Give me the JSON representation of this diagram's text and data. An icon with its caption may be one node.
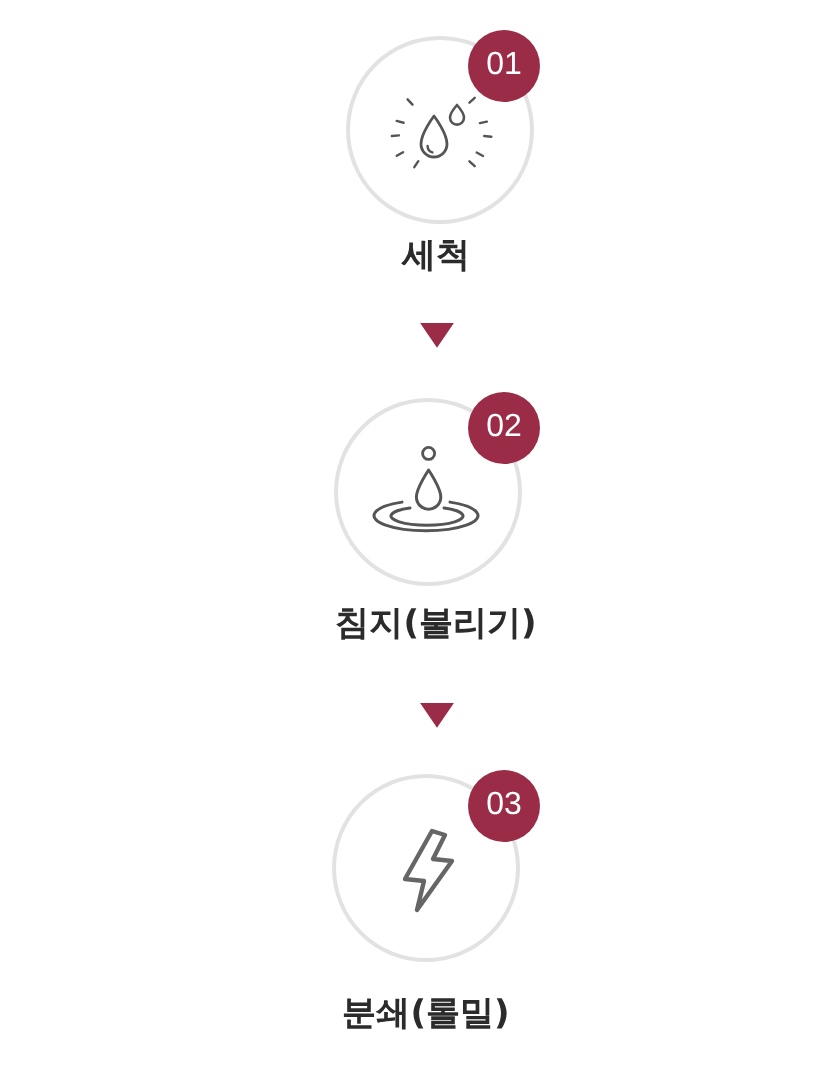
{
  "diagram": {
    "nodes": [
      {
        "text": [
          "세척"
        ]
      },
      {
        "text": [
          "01"
        ]
      },
      {
        "text": [
          "침지(불리기)"
        ]
      },
      {
        "text": [
          "02"
        ]
      },
      {
        "text": [
          "분쇄(롤밀)"
        ]
      },
      {
        "text": [
          "03"
        ]
      }
    ],
    "edges": [
      {
        "from": 0,
        "to": 2,
        "arrow": "to"
      },
      {
        "from": 2,
        "to": 4,
        "arrow": "to"
      }
    ]
  }
}
